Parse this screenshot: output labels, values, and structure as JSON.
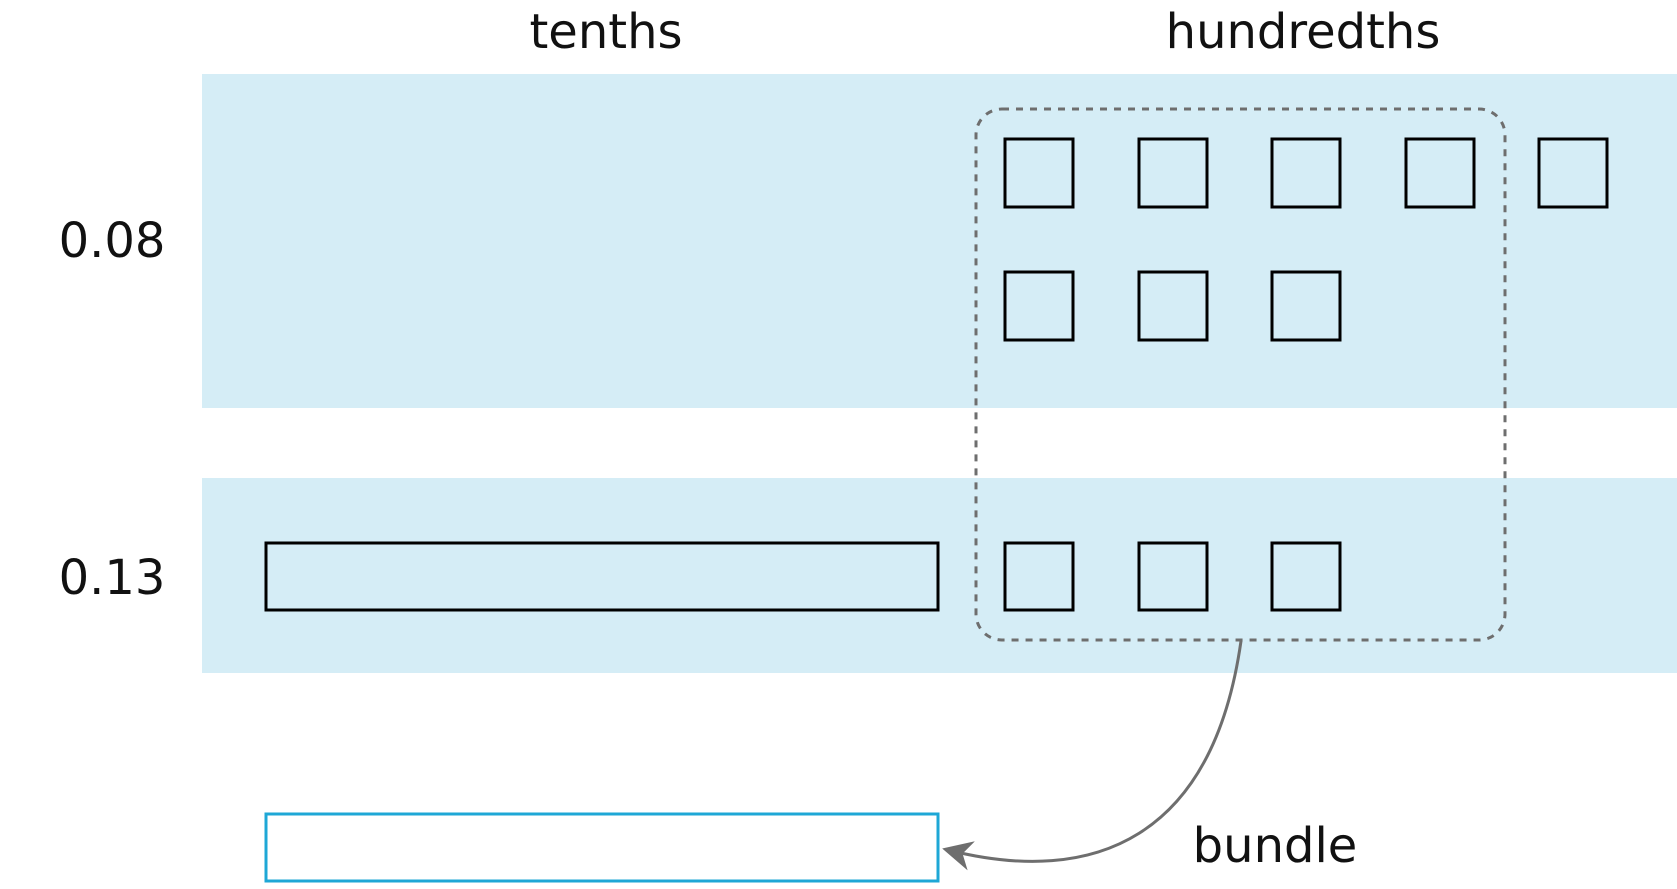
{
  "headers": {
    "tenths": "tenths",
    "hundredths": "hundredths"
  },
  "rows": [
    {
      "label": "0.08",
      "tenths": 0,
      "hundredths": 8
    },
    {
      "label": "0.13",
      "tenths": 1,
      "hundredths": 3
    }
  ],
  "bundle": {
    "label": "bundle",
    "grouped_hundredths": 10,
    "result_tenths": 1
  },
  "colors": {
    "band": "#d5edf6",
    "square_stroke": "#000000",
    "result_stroke": "#1ea7d6",
    "dash_stroke": "#6e6e6e",
    "arrow": "#6e6e6e",
    "text": "#111111"
  }
}
